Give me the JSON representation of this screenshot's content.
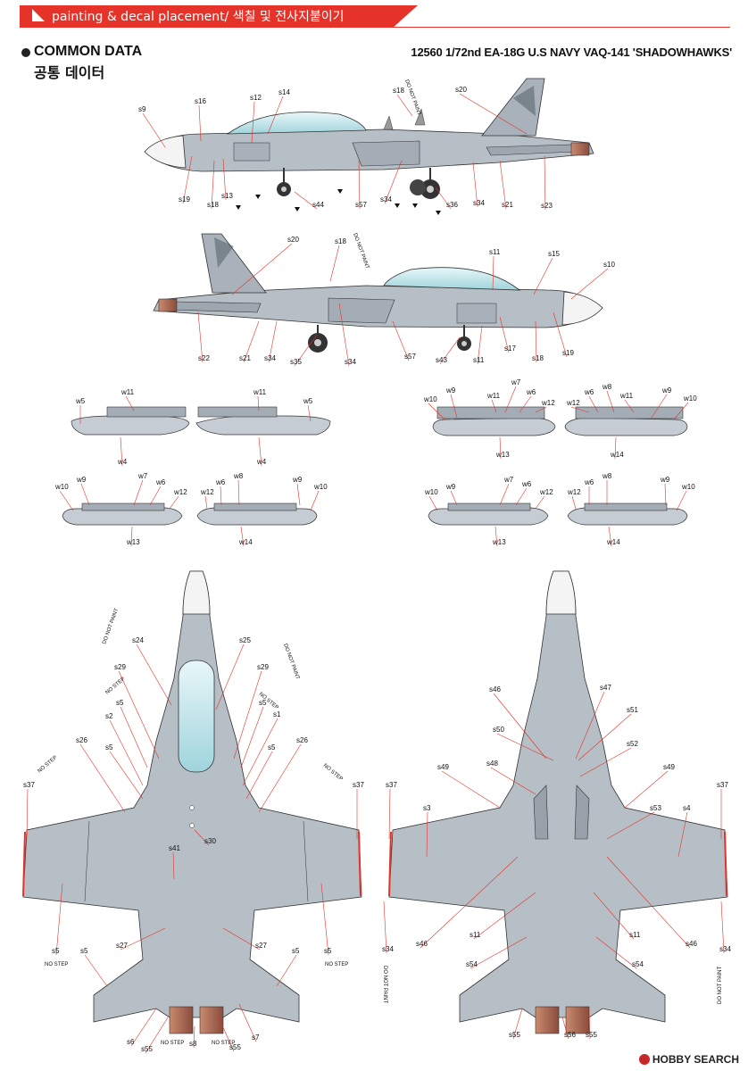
{
  "header": {
    "title": "painting & decal placement/ 색칠 및 전사지붙이기"
  },
  "section": {
    "title": "COMMON DATA",
    "subtitle": "공통 데이터"
  },
  "kit": {
    "title": "12560 1/72nd EA-18G U.S NAVY VAQ-141 'SHADOWHAWKS'"
  },
  "colors": {
    "accent": "#e5332a",
    "aircraft_gray": "#b6bec6",
    "canopy": "#bfe7ec",
    "leader_line": "#e5332a"
  },
  "side_view_1": {
    "labels": [
      "s9",
      "s16",
      "s12",
      "s14",
      "s18",
      "s20",
      "s19",
      "s18",
      "s13",
      "s44",
      "s57",
      "s34",
      "s36",
      "s34",
      "s21",
      "s23"
    ],
    "vertical_text": [
      "DO NOT PAINT"
    ]
  },
  "side_view_2": {
    "labels": [
      "s20",
      "s18",
      "s11",
      "s15",
      "s10",
      "s22",
      "s21",
      "s34",
      "s35",
      "s34",
      "s57",
      "s43",
      "s11",
      "s17",
      "s18",
      "s19"
    ],
    "vertical_text": [
      "DO NOT PAINT"
    ]
  },
  "pods_top_left": {
    "labels": [
      "w5",
      "w11",
      "w11",
      "w5",
      "w4",
      "w4"
    ]
  },
  "pods_top_right": {
    "labels": [
      "w10",
      "w9",
      "w11",
      "w7",
      "w6",
      "w12",
      "w12",
      "w6",
      "w8",
      "w11",
      "w9",
      "w10",
      "w13",
      "w14"
    ]
  },
  "pods_bottom_left": {
    "labels": [
      "w10",
      "w9",
      "w7",
      "w6",
      "w12",
      "w12",
      "w6",
      "w8",
      "w9",
      "w10",
      "w13",
      "w14"
    ]
  },
  "pods_bottom_right": {
    "labels": [
      "w10",
      "w9",
      "w7",
      "w6",
      "w12",
      "w12",
      "w6",
      "w8",
      "w9",
      "w10",
      "w13",
      "w14"
    ]
  },
  "top_view": {
    "labels": [
      "s24",
      "s25",
      "s29",
      "s29",
      "s5",
      "s5",
      "s2",
      "s1",
      "s26",
      "s26",
      "s5",
      "s5",
      "s37",
      "s37",
      "s30",
      "s41",
      "s27",
      "s27",
      "s5",
      "s5",
      "s6",
      "s55",
      "s8",
      "s55",
      "s7",
      "s5",
      "s5"
    ],
    "no_step": "NO STEP",
    "do_not_paint": "DO NOT PAINT"
  },
  "bottom_view": {
    "labels": [
      "s46",
      "s47",
      "s50",
      "s51",
      "s52",
      "s48",
      "s49",
      "s49",
      "s37",
      "s37",
      "s3",
      "s53",
      "s4",
      "s11",
      "s11",
      "s46",
      "s46",
      "s54",
      "s54",
      "s34",
      "s34",
      "s55",
      "s56",
      "s55"
    ],
    "do_not_paint": "DO NOT PAINT"
  },
  "watermark": {
    "text": "HOBBY SEARCH"
  }
}
